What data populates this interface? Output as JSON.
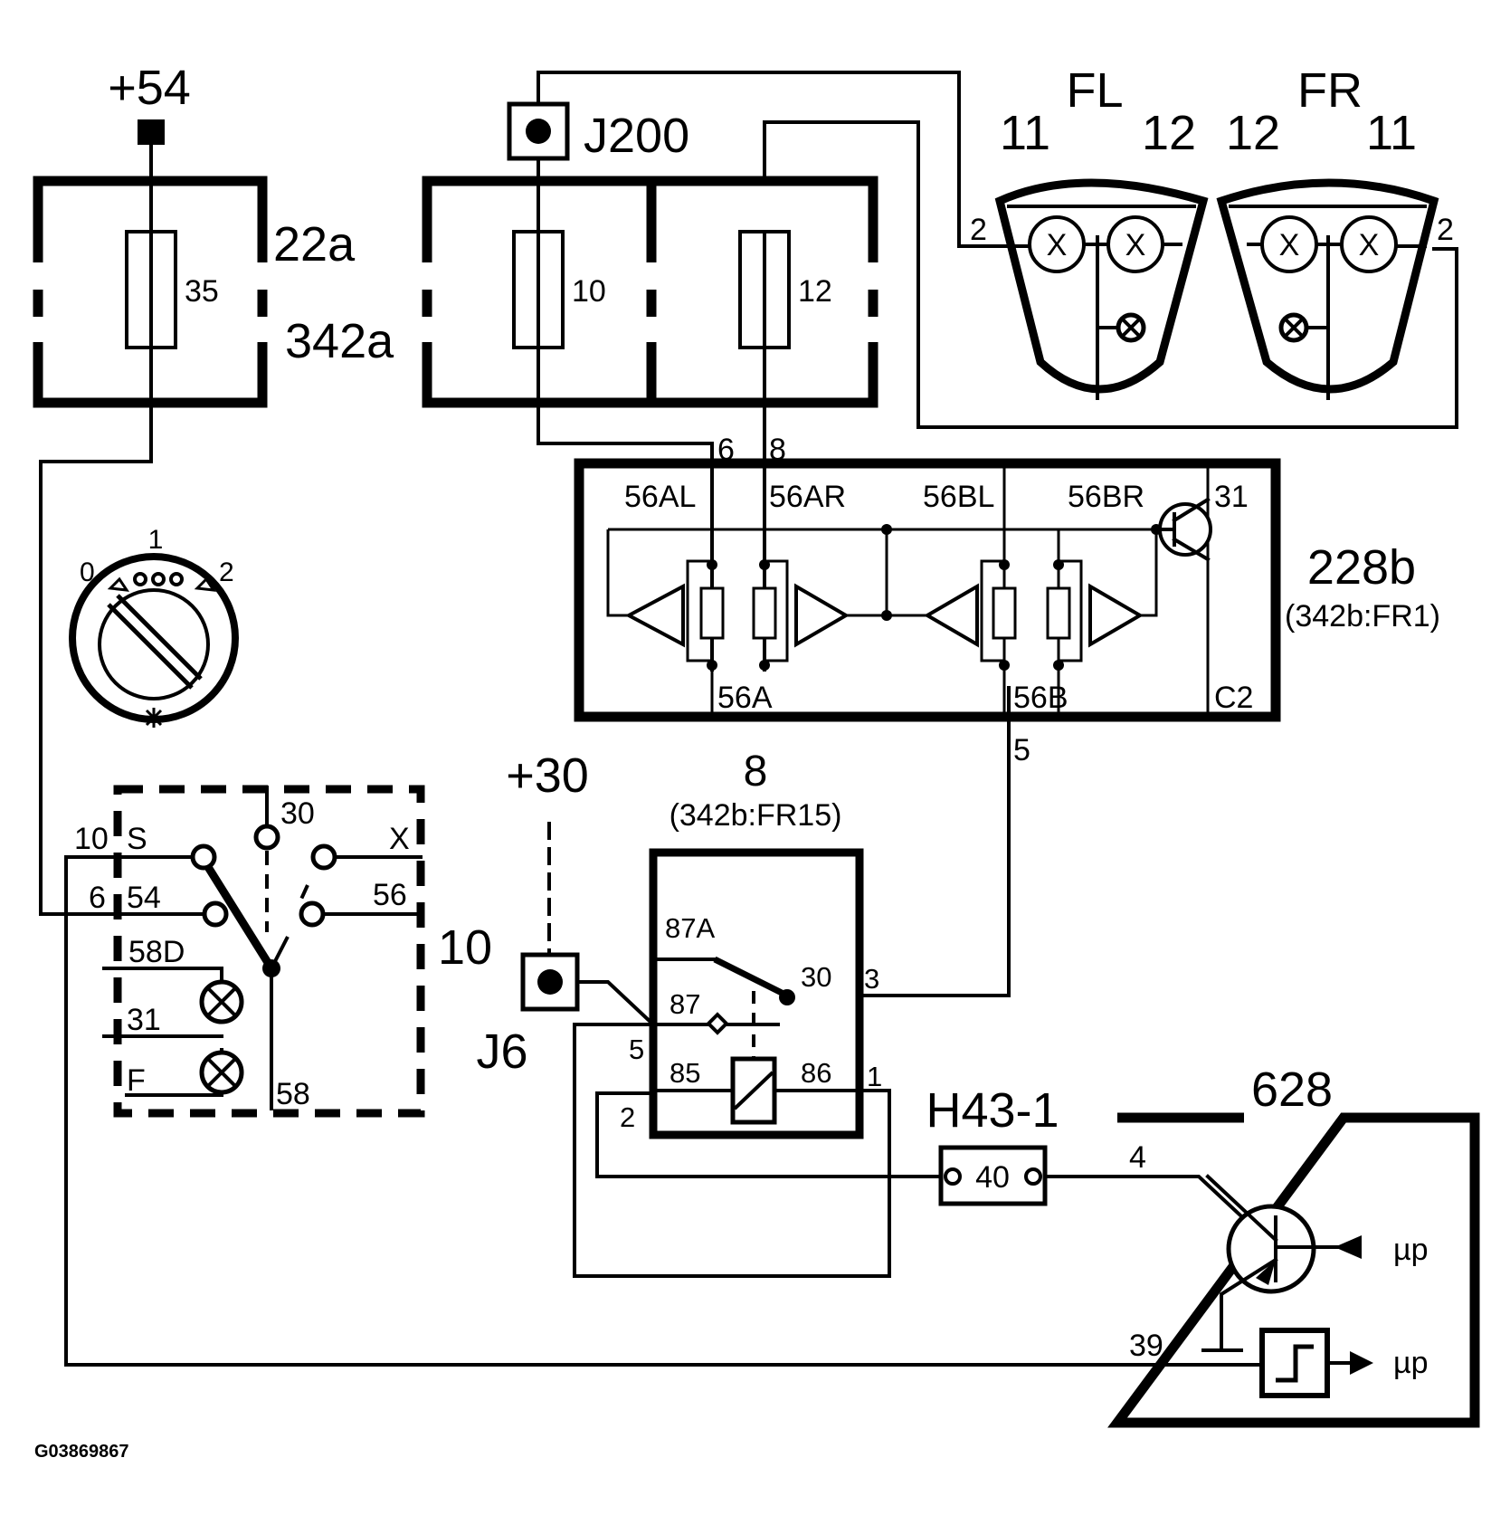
{
  "labels": {
    "supply_54": "+54",
    "supply_30": "+30",
    "fuse_box_left_1": "22a",
    "fuse_box_left_2": "342a",
    "fuse_35": "35",
    "fuse_10": "10",
    "fuse_12": "12",
    "junction_j200": "J200",
    "junction_j6": "J6",
    "headlamp_fl": "FL",
    "headlamp_fr": "FR",
    "fl_pin_11": "11",
    "fl_pin_12": "12",
    "fr_pin_12": "12",
    "fr_pin_11": "11",
    "fl_conn_2": "2",
    "fr_conn_2": "2",
    "module_228b": "228b",
    "module_228b_ref": "(342b:FR1)",
    "pin_6": "6",
    "pin_8": "8",
    "pin_56al": "56AL",
    "pin_56ar": "56AR",
    "pin_56bl": "56BL",
    "pin_56br": "56BR",
    "pin_31_mod": "31",
    "pin_56a": "56A",
    "pin_56b": "56B",
    "pin_c2": "C2",
    "pin_5_mod": "5",
    "switch_0": "0",
    "switch_1": "1",
    "switch_2": "2",
    "sw_10": "10",
    "sw_s": "S",
    "sw_6": "6",
    "sw_54": "54",
    "sw_30": "30",
    "sw_x": "X",
    "sw_56": "56",
    "sw_58d": "58D",
    "sw_31": "31",
    "sw_f": "F",
    "sw_58": "58",
    "switch_id": "10",
    "relay_8": "8",
    "relay_8_ref": "(342b:FR15)",
    "relay_87a": "87A",
    "relay_87": "87",
    "relay_30": "30",
    "relay_3": "3",
    "relay_5": "5",
    "relay_85": "85",
    "relay_86": "86",
    "relay_1": "1",
    "relay_2": "2",
    "conn_h43": "H43-1",
    "conn_40": "40",
    "ecu_628": "628",
    "ecu_4": "4",
    "ecu_39": "39",
    "ecu_up1": "µp",
    "ecu_up2": "µp",
    "figure_id": "G03869867"
  }
}
